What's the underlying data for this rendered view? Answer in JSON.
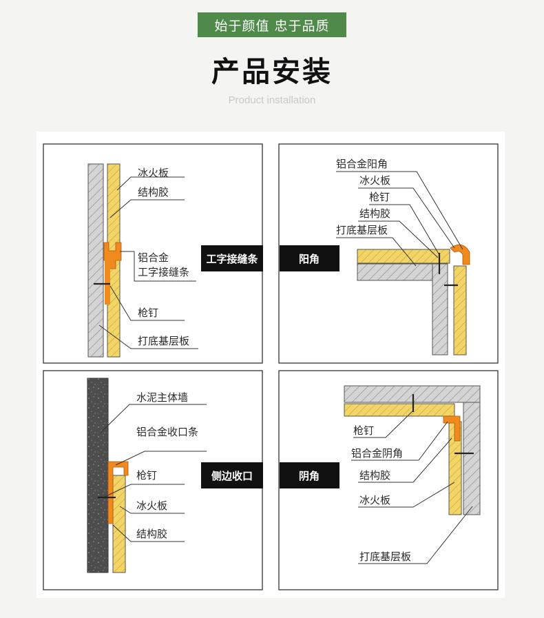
{
  "header": {
    "tagline": "始于颜值 忠于品质",
    "title": "产品安装",
    "subtitle": "Product installation"
  },
  "panels": {
    "i_joint": {
      "tag": "工字接缝条",
      "labels": {
        "board": "冰火板",
        "glue": "结构胶",
        "alloy": "铝合金",
        "alloy2": "工字接缝条",
        "nail": "枪钉",
        "base": "打底基层板"
      }
    },
    "outer_corner": {
      "tag": "阳角",
      "labels": {
        "alloy": "铝合金阳角",
        "board": "冰火板",
        "nail": "枪钉",
        "glue": "结构胶",
        "base": "打底基层板"
      }
    },
    "edge_trim": {
      "tag": "侧边收口",
      "labels": {
        "wall": "水泥主体墙",
        "alloy": "铝合金收口条",
        "nail": "枪钉",
        "board": "冰火板",
        "glue": "结构胶"
      }
    },
    "inner_corner": {
      "tag": "阴角",
      "labels": {
        "nail": "枪钉",
        "alloy": "铝合金阴角",
        "glue": "结构胶",
        "board": "冰火板",
        "base": "打底基层板"
      }
    }
  },
  "colors": {
    "accent_green": "#4f8a4b",
    "board_yellow": "#f2d466",
    "alloy_orange": "#f08a1c",
    "base_grey": "#cfcfcf",
    "concrete": "#4a4a4a",
    "tag_black": "#111111"
  }
}
